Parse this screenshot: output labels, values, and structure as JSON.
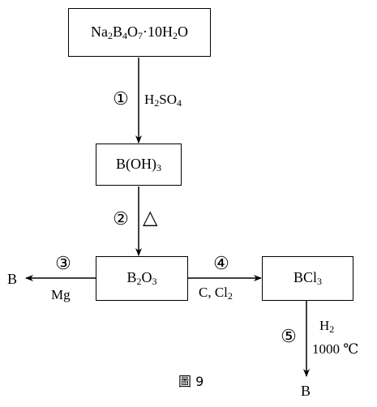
{
  "nodes": {
    "borax": {
      "name": "Na",
      "s1": "2",
      "n2": "B",
      "s2": "4",
      "n3": "O",
      "s3": "7",
      "rest": "·10H",
      "s4": "2",
      "end": "O"
    },
    "boric_acid": {
      "base": "B(OH)",
      "sub": "3"
    },
    "boron_oxide": {
      "a": "B",
      "s1": "2",
      "b": "O",
      "s2": "3"
    },
    "boron_trichloride": {
      "base": "BCl",
      "sub": "3"
    },
    "boron_left": "B",
    "boron_bottom": "B"
  },
  "steps": {
    "s1": {
      "num": "①",
      "reagent": "H",
      "rsub": "2",
      "reagent2": "SO",
      "rsub2": "4"
    },
    "s2": {
      "num": "②",
      "condition": "△"
    },
    "s3": {
      "num": "③",
      "reagent": "Mg"
    },
    "s4": {
      "num": "④",
      "reagent": "C, Cl",
      "rsub": "2"
    },
    "s5": {
      "num": "⑤",
      "reagent": "H",
      "rsub": "2",
      "condition": "1000 ℃"
    }
  },
  "caption": "圖 9"
}
